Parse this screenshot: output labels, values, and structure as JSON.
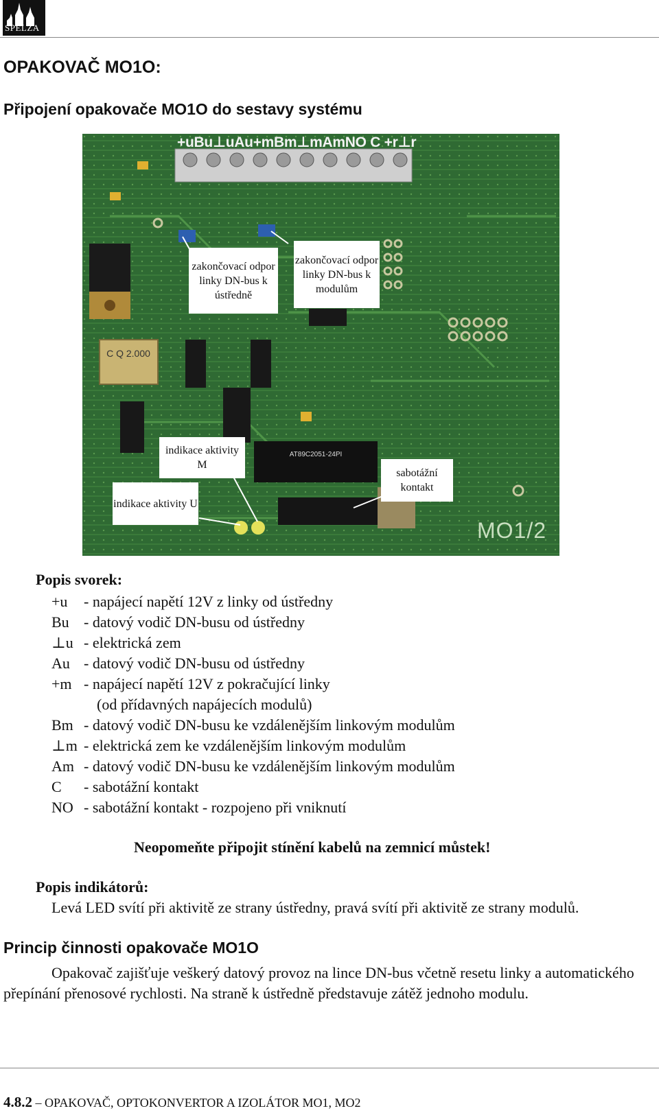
{
  "header": {
    "logo_text": "SPELZA"
  },
  "title": "OPAKOVAČ MO1O:",
  "subtitle": "Připojení opakovače MO1O do sestavy systému",
  "board": {
    "terminal_strip": "+uBu⊥uAu+mBm⊥mAmNO C +r⊥r",
    "chip_label": "AT89C2051-24PI",
    "crystal_label": "C Q 2.000",
    "board_label": "MO1/2",
    "callouts": [
      "zakončovací odpor linky DN-bus k ústředně",
      "zakončovací odpor linky DN-bus k modulům",
      "indikace aktivity M",
      "indikace aktivity U",
      "sabotážní kontakt"
    ]
  },
  "terminals": {
    "title": "Popis svorek:",
    "rows": [
      {
        "key": "+u",
        "desc": "- napájecí napětí 12V z linky od ústředny"
      },
      {
        "key": "Bu",
        "desc": "- datový vodič DN-busu od ústředny"
      },
      {
        "key": "⊥u",
        "desc": "- elektrická zem"
      },
      {
        "key": "Au",
        "desc": "- datový vodič DN-busu od ústředny"
      },
      {
        "key": "+m",
        "desc": "- napájecí napětí 12V z pokračující linky"
      },
      {
        "key": "",
        "desc": "(od přídavných napájecích modulů)"
      },
      {
        "key": "Bm",
        "desc": "- datový vodič DN-busu ke vzdálenějším linkovým modulům"
      },
      {
        "key": "⊥m",
        "desc": "- elektrická zem ke vzdálenějším linkovým modulům"
      },
      {
        "key": "Am",
        "desc": "- datový vodič DN-busu ke vzdálenějším linkovým modulům"
      },
      {
        "key": "C",
        "desc": "- sabotážní kontakt"
      },
      {
        "key": "NO",
        "desc": "- sabotážní kontakt - rozpojeno při vniknutí"
      }
    ]
  },
  "warning": "Neopomeňte připojit stínění kabelů na zemnicí můstek!",
  "indicators": {
    "title": "Popis indikátorů:",
    "text": "Levá LED svítí při aktivitě ze strany ústředny, pravá svítí při aktivitě ze strany modulů."
  },
  "principle": {
    "title": "Princip činnosti opakovače MO1O",
    "text": "Opakovač zajišťuje veškerý datový provoz na lince DN-bus včetně resetu linky a automatického přepínání přenosové rychlosti. Na straně k ústředně představuje zátěž jednoho modulu."
  },
  "footer": {
    "section": "4.8.2",
    "text": " – OPAKOVAČ, OPTOKONVERTOR A IZOLÁTOR MO1, MO2"
  }
}
